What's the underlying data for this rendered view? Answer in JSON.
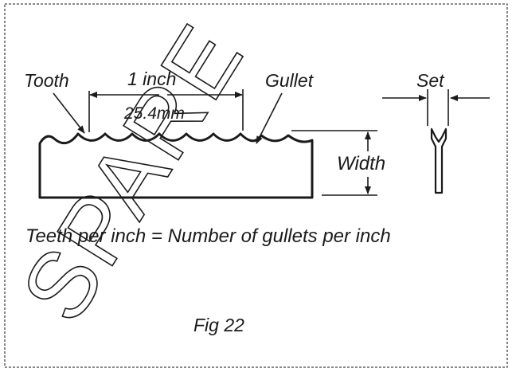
{
  "figure": {
    "labels": {
      "tooth": "Tooth",
      "one_inch": "1 inch",
      "mm": "25.4mm",
      "gullet": "Gullet",
      "set": "Set",
      "width": "Width",
      "formula": "Teeth per inch = Number of gullets per inch",
      "caption": "Fig 22"
    },
    "watermark": "SPARE",
    "colors": {
      "ink": "#1a1a1a",
      "background": "#ffffff"
    }
  }
}
